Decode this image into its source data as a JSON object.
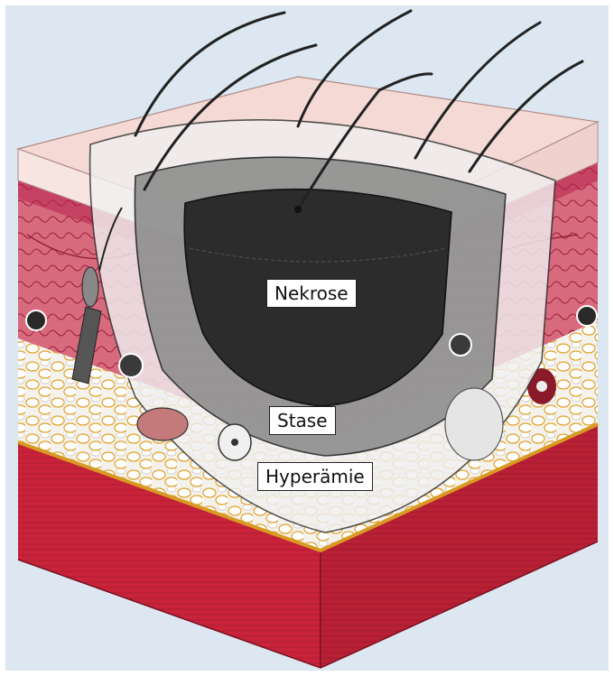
{
  "labels": {
    "necrosis": "Nekrose",
    "stasis": "Stase",
    "hyperemia": "Hyperämie"
  },
  "colors": {
    "background": "#dce7f1",
    "epidermis": "#f3d7d3",
    "dermis": "#c43a56",
    "fat": "#f2f0e8",
    "fat_lines": "#e6a52a",
    "muscle": "#c8233a",
    "necrosis": "#2c2c2c",
    "stasis": "#8d8d8d",
    "hyperemia": "#e7e7e7"
  }
}
